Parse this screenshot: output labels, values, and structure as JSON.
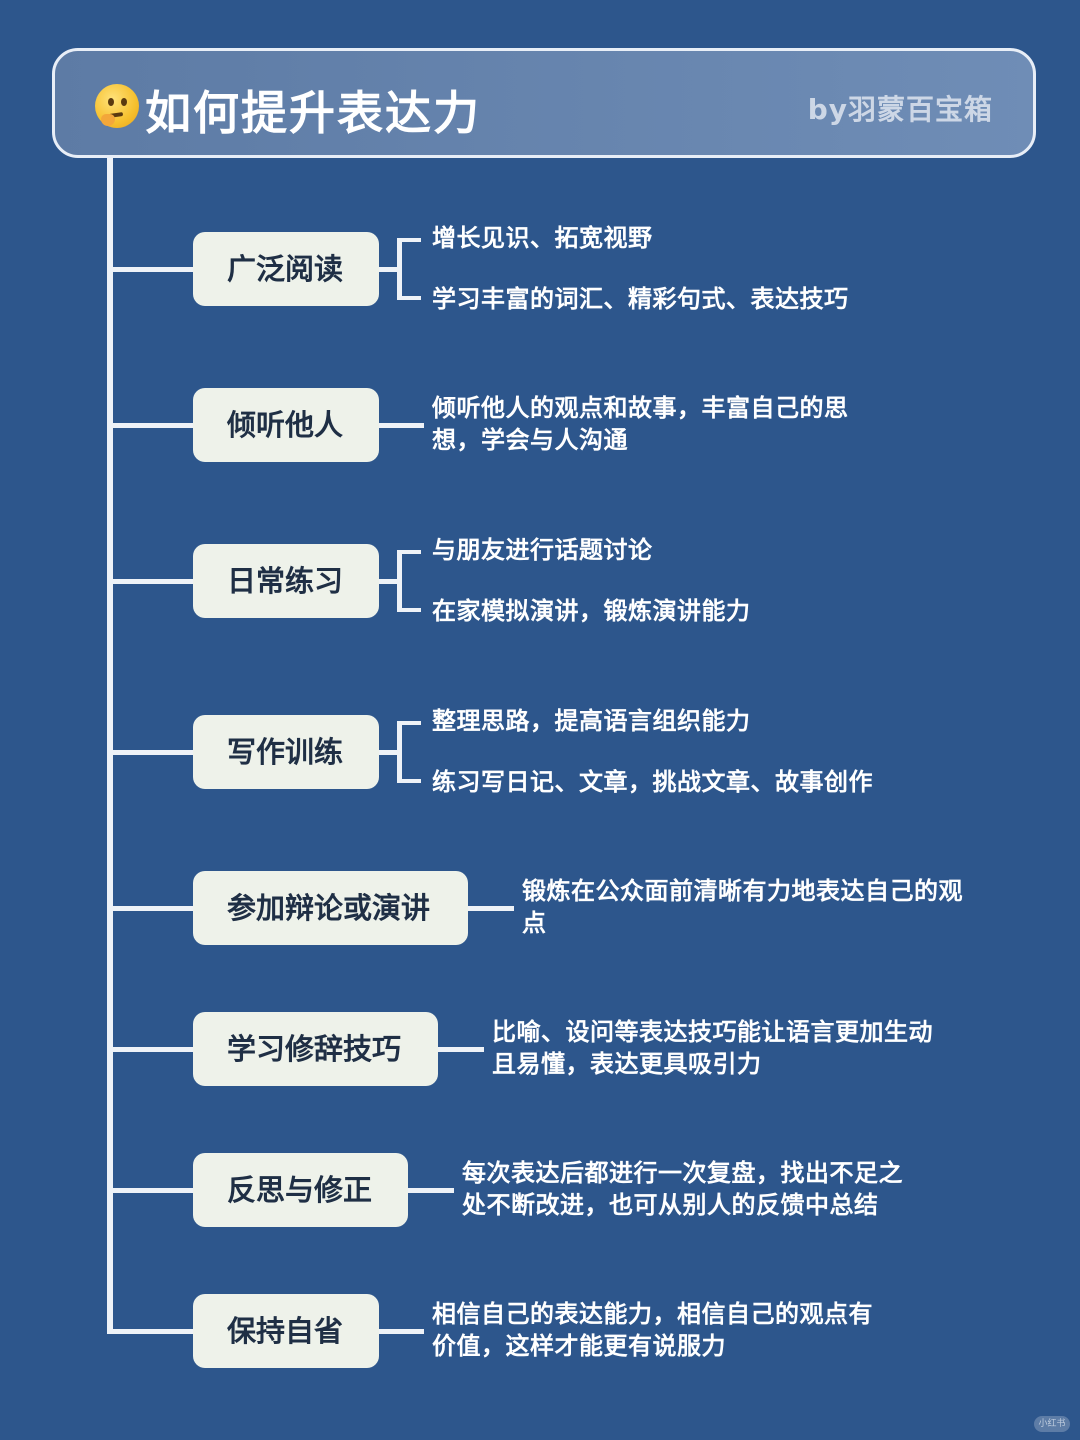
{
  "header": {
    "title": "如何提升表达力",
    "byline": "by羽蒙百宝箱"
  },
  "items": [
    {
      "label": "广泛阅读",
      "points": [
        "增长见识、拓宽视野",
        "学习丰富的词汇、精彩句式、表达技巧"
      ]
    },
    {
      "label": "倾听他人",
      "points": [
        "倾听他人的观点和故事，丰富自己的思",
        "想，学会与人沟通"
      ]
    },
    {
      "label": "日常练习",
      "points": [
        "与朋友进行话题讨论",
        "在家模拟演讲，锻炼演讲能力"
      ]
    },
    {
      "label": "写作训练",
      "points": [
        "整理思路，提高语言组织能力",
        "练习写日记、文章，挑战文章、故事创作"
      ]
    },
    {
      "label": "参加辩论或演讲",
      "points": [
        "锻炼在公众面前清晰有力地表达自己的观",
        "点"
      ]
    },
    {
      "label": "学习修辞技巧",
      "points": [
        "比喻、设问等表达技巧能让语言更加生动",
        "且易懂，表达更具吸引力"
      ]
    },
    {
      "label": "反思与修正",
      "points": [
        "每次表达后都进行一次复盘，找出不足之",
        "处不断改进，也可从别人的反馈中总结"
      ]
    },
    {
      "label": "保持自省",
      "points": [
        "相信自己的表达能力，相信自己的观点有",
        "价值，这样才能更有说服力"
      ]
    }
  ],
  "watermark": "小红书"
}
